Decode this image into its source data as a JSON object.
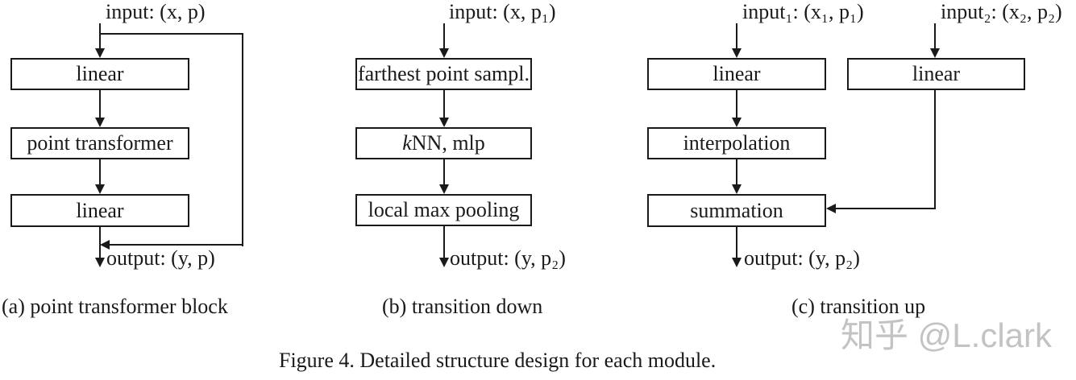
{
  "diagrams": {
    "a": {
      "input_label": "input: (x, p)",
      "box1": "linear",
      "box2": "point transformer",
      "box3": "linear",
      "output_label": "output: (y, p)",
      "caption": "(a) point transformer block"
    },
    "b": {
      "input_label": "input: (x, p₁)",
      "box1": "farthest point sampl.",
      "box2_k": "k",
      "box2_rest": "NN, mlp",
      "box3": "local max pooling",
      "output_label": "output: (y, p₂)",
      "caption": "(b) transition down"
    },
    "c": {
      "input1_label": "input₁: (x₁, p₁)",
      "input2_label": "input₂: (x₂, p₂)",
      "left_box1": "linear",
      "left_box2": "interpolation",
      "left_box3": "summation",
      "right_box1": "linear",
      "output_label": "output: (y, p₂)",
      "caption": "(c) transition up"
    }
  },
  "figure_caption": "Figure 4. Detailed structure design for each module.",
  "watermark": "知乎 @L.clark",
  "colors": {
    "line": "#1a1a1a",
    "box_fill": "#ffffff",
    "background": "#ffffff",
    "watermark": "#c3c3c3"
  }
}
